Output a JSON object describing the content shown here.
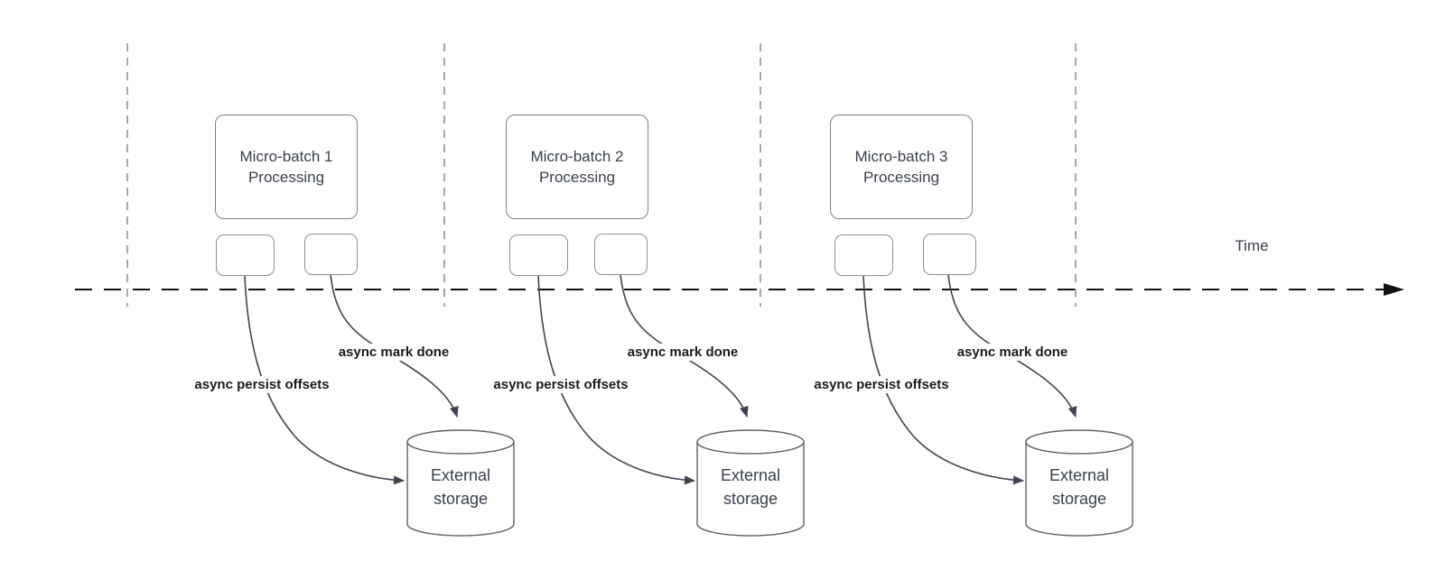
{
  "time_axis": {
    "label": "Time"
  },
  "colors": {
    "timeline": "#111111",
    "lane_divider": "#a8a8a8",
    "box_border": "#7d828a",
    "cylinder_border": "#5d646d",
    "arrow": "#3e4551",
    "shape_text": "#3a414c",
    "edge_label_text": "#1c1c1c"
  },
  "sections": [
    {
      "batch_title": "Micro-batch 1 Processing",
      "edge_labels": {
        "persist": "async persist offsets",
        "mark_done": "async mark done"
      },
      "storage_label": "External storage"
    },
    {
      "batch_title": "Micro-batch 2 Processing",
      "edge_labels": {
        "persist": "async persist offsets",
        "mark_done": "async mark done"
      },
      "storage_label": "External storage"
    },
    {
      "batch_title": "Micro-batch 3 Processing",
      "edge_labels": {
        "persist": "async persist offsets",
        "mark_done": "async mark done"
      },
      "storage_label": "External storage"
    }
  ]
}
